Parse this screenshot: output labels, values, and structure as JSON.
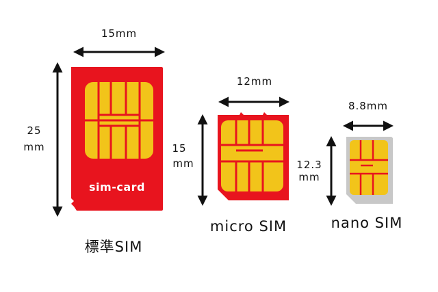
{
  "colors": {
    "card_red": "#e8141e",
    "chip_gold": "#f2c41a",
    "chip_line": "#e8141e",
    "nano_frame": "#c8c8c8",
    "arrow": "#111111"
  },
  "standard": {
    "width_label": "15mm",
    "height_label_1": "25",
    "height_label_2": "mm",
    "brand": "sim-card",
    "name": "標準SIM"
  },
  "micro": {
    "width_label": "12mm",
    "height_label_1": "15",
    "height_label_2": "mm",
    "name": "micro SIM"
  },
  "nano": {
    "width_label": "8.8mm",
    "height_label_1": "12.3",
    "height_label_2": "mm",
    "name": "nano SIM"
  }
}
